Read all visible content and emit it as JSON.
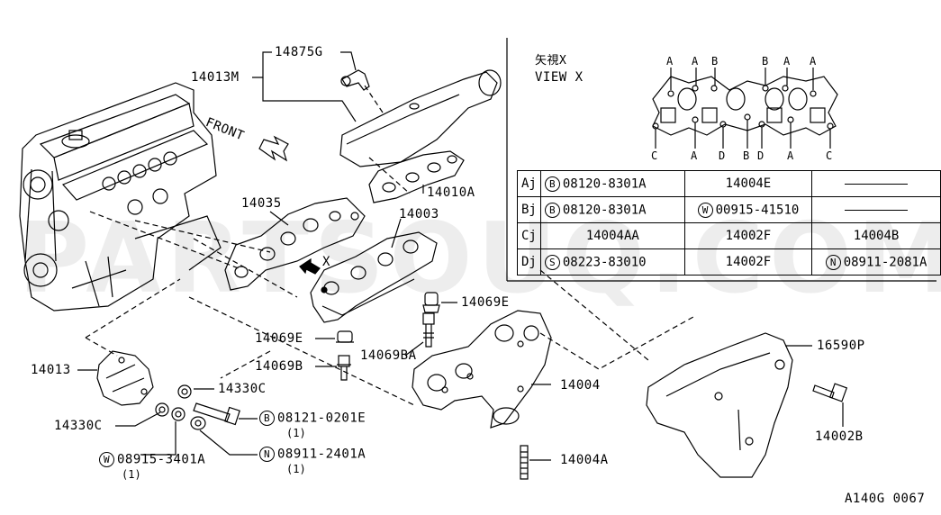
{
  "watermark": "PARTSOUQ.COM",
  "diagram_code": "A140G 0067",
  "front_label": "FRONT",
  "x_arrow_label": "X",
  "view": {
    "title_jp": "矢視X",
    "title_en": "VIEW X",
    "top_letters": [
      "A",
      "A",
      "B",
      "B",
      "A",
      "A"
    ],
    "bottom_letters": [
      "C",
      "A",
      "D",
      "B",
      "D",
      "A",
      "C"
    ]
  },
  "table": {
    "rows": [
      {
        "key": "A",
        "c1_prefix": "B",
        "c1_text": "08120-8301A",
        "c2_prefix": "",
        "c2_text": "14004E",
        "c3_prefix": "",
        "c3_text": ""
      },
      {
        "key": "B",
        "c1_prefix": "B",
        "c1_text": "08120-8301A",
        "c2_prefix": "W",
        "c2_text": "00915-41510",
        "c3_prefix": "",
        "c3_text": ""
      },
      {
        "key": "C",
        "c1_prefix": "",
        "c1_text": "14004AA",
        "c2_prefix": "",
        "c2_text": "14002F",
        "c3_prefix": "",
        "c3_text": "14004B"
      },
      {
        "key": "D",
        "c1_prefix": "S",
        "c1_text": "08223-83010",
        "c2_prefix": "",
        "c2_text": "14002F",
        "c3_prefix": "N",
        "c3_text": "08911-2081A"
      }
    ]
  },
  "labels": {
    "p14875G": "14875G",
    "p14013M": "14013M",
    "p14010A": "14010A",
    "p14035": "14035",
    "p14003": "14003",
    "p14069E_r": "14069E",
    "p14069E_l": "14069E",
    "p14069B": "14069B",
    "p14069BA": "14069BA",
    "p14013": "14013",
    "p14330C_r": "14330C",
    "p14330C_l": "14330C",
    "p14004": "14004",
    "p14004A": "14004A",
    "p16590P": "16590P",
    "p14002B": "14002B",
    "b08121": "08121-0201E",
    "b08121_qty": "(1)",
    "n08911": "08911-2401A",
    "n08911_qty": "(1)",
    "w08915": "08915-3401A",
    "w08915_qty": "(1)",
    "b_mark": "B",
    "n_mark": "N",
    "w_mark": "W"
  }
}
